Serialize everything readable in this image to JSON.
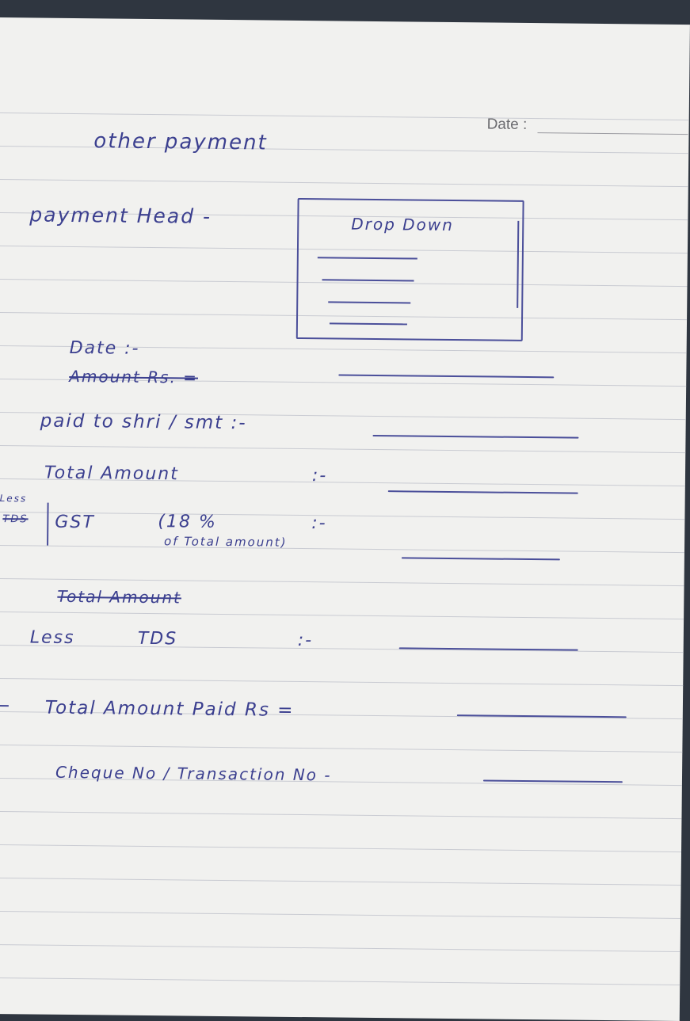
{
  "printed": {
    "date_label": "Date :"
  },
  "form": {
    "title": "other payment",
    "payment_head_label": "payment Head -",
    "dropdown_label": "Drop Down",
    "date_label": "Date :-",
    "amount_struck": "Amount Rs. =",
    "paid_to_label": "paid to shri / smt :-",
    "total_amount_label": "Total Amount",
    "total_amount_sep": ":-",
    "less_label": "Less",
    "tds_struck": "TDS",
    "gst_label": "GST",
    "gst_rate": "(18 %",
    "gst_rate_note": "of Total amount)",
    "gst_sep": ":-",
    "total_amount_struck": "Total Amount",
    "less_tds_label": "Less",
    "tds_label": "TDS",
    "tds_sep": ":-",
    "total_paid_label": "Total Amount Paid Rs =",
    "cheque_label": "Cheque No / Transaction No -"
  }
}
